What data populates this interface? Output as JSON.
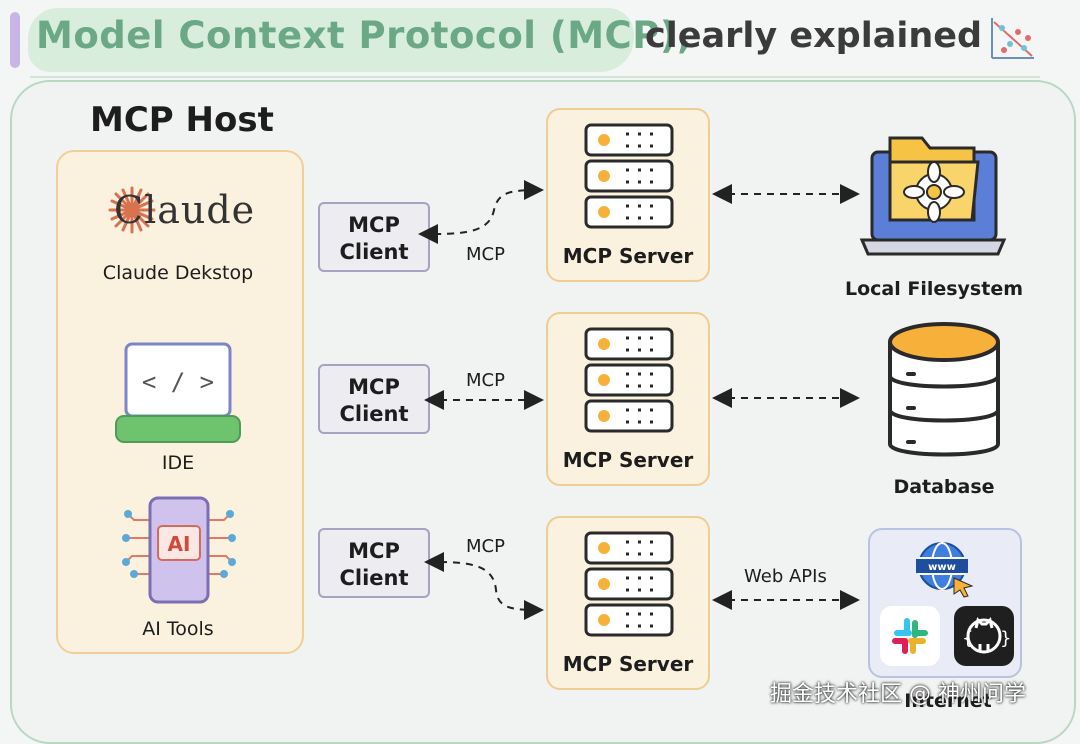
{
  "title": {
    "main": "Model Context Protocol (MCP),",
    "sub": "clearly explained"
  },
  "host": {
    "label": "MCP Host",
    "apps": [
      {
        "logo": "Claude",
        "label": "Claude Dekstop",
        "icon": "claude-logo"
      },
      {
        "label": "IDE",
        "icon": "code-laptop-icon"
      },
      {
        "badge": "AI",
        "label": "AI Tools",
        "icon": "ai-phone-icon"
      }
    ]
  },
  "client_label": {
    "line1": "MCP",
    "line2": "Client"
  },
  "protocol_label": "MCP",
  "server_label": "MCP Server",
  "resources": [
    {
      "label": "Local Filesystem",
      "icon": "folder-laptop-icon"
    },
    {
      "label": "Database",
      "icon": "database-icon"
    },
    {
      "label": "Internet",
      "icon": "globe-slack-github-icons",
      "edge_label": "Web APIs"
    }
  ],
  "watermark": "掘金技术社区 @ 神州问学",
  "colors": {
    "accent_green": "#6aa886",
    "host_border": "#f0cf98",
    "client_border": "#a7a2c2",
    "server_fill": "#fbf1df",
    "orange_light": "#f7b13b"
  }
}
